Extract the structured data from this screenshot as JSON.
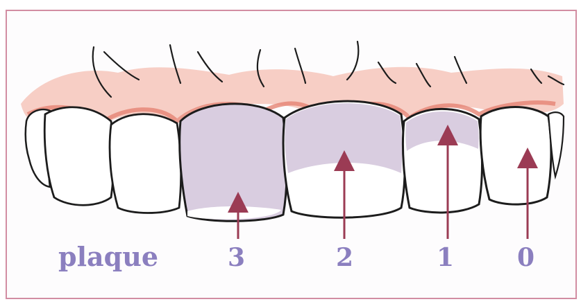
{
  "labels": {
    "plaque": "plaque",
    "score_3": "3",
    "score_2": "2",
    "score_1": "1",
    "score_0": "0"
  },
  "colors": {
    "border": "#d28da2",
    "gum": "#ee9b8c",
    "gum_dark": "#d9705f",
    "plaque_fill": "#d9cde0",
    "arrow": "#9b3b54",
    "label": "#8b7fbf",
    "outline": "#1c1c1c"
  }
}
